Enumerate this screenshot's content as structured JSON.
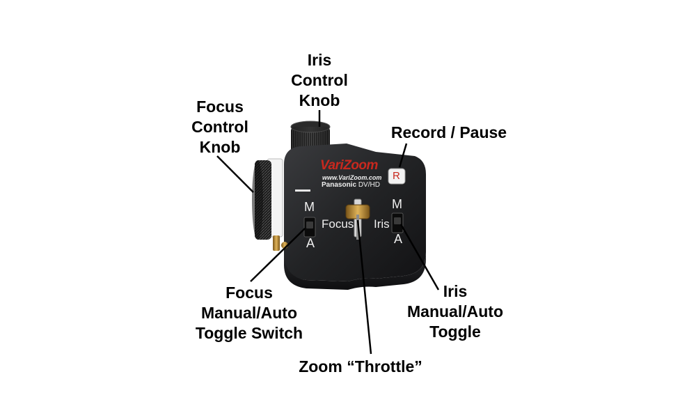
{
  "device": {
    "brand": "VariZoom",
    "url": "www.VariZoom.com",
    "model_line_1": "Panasonic",
    "model_line_2": "DV/HD",
    "record_button_letter": "R",
    "focus_switch_top": "M",
    "focus_switch_bottom": "A",
    "focus_label": "Focus",
    "iris_label": "Iris",
    "iris_switch_top": "M",
    "iris_switch_bottom": "A"
  },
  "callouts": {
    "iris_control_knob": [
      "Iris",
      "Control",
      "Knob"
    ],
    "focus_control_knob": [
      "Focus",
      "Control",
      "Knob"
    ],
    "record_pause": [
      "Record / Pause"
    ],
    "focus_toggle": [
      "Focus",
      "Manual/Auto",
      "Toggle Switch"
    ],
    "iris_toggle": [
      "Iris",
      "Manual/Auto",
      "Toggle"
    ],
    "zoom_throttle": [
      "Zoom “Throttle”"
    ]
  },
  "colors": {
    "body": "#222325",
    "brand_red": "#c8281e",
    "brass": "#b8862e",
    "knob_white": "#f4f4f4"
  }
}
